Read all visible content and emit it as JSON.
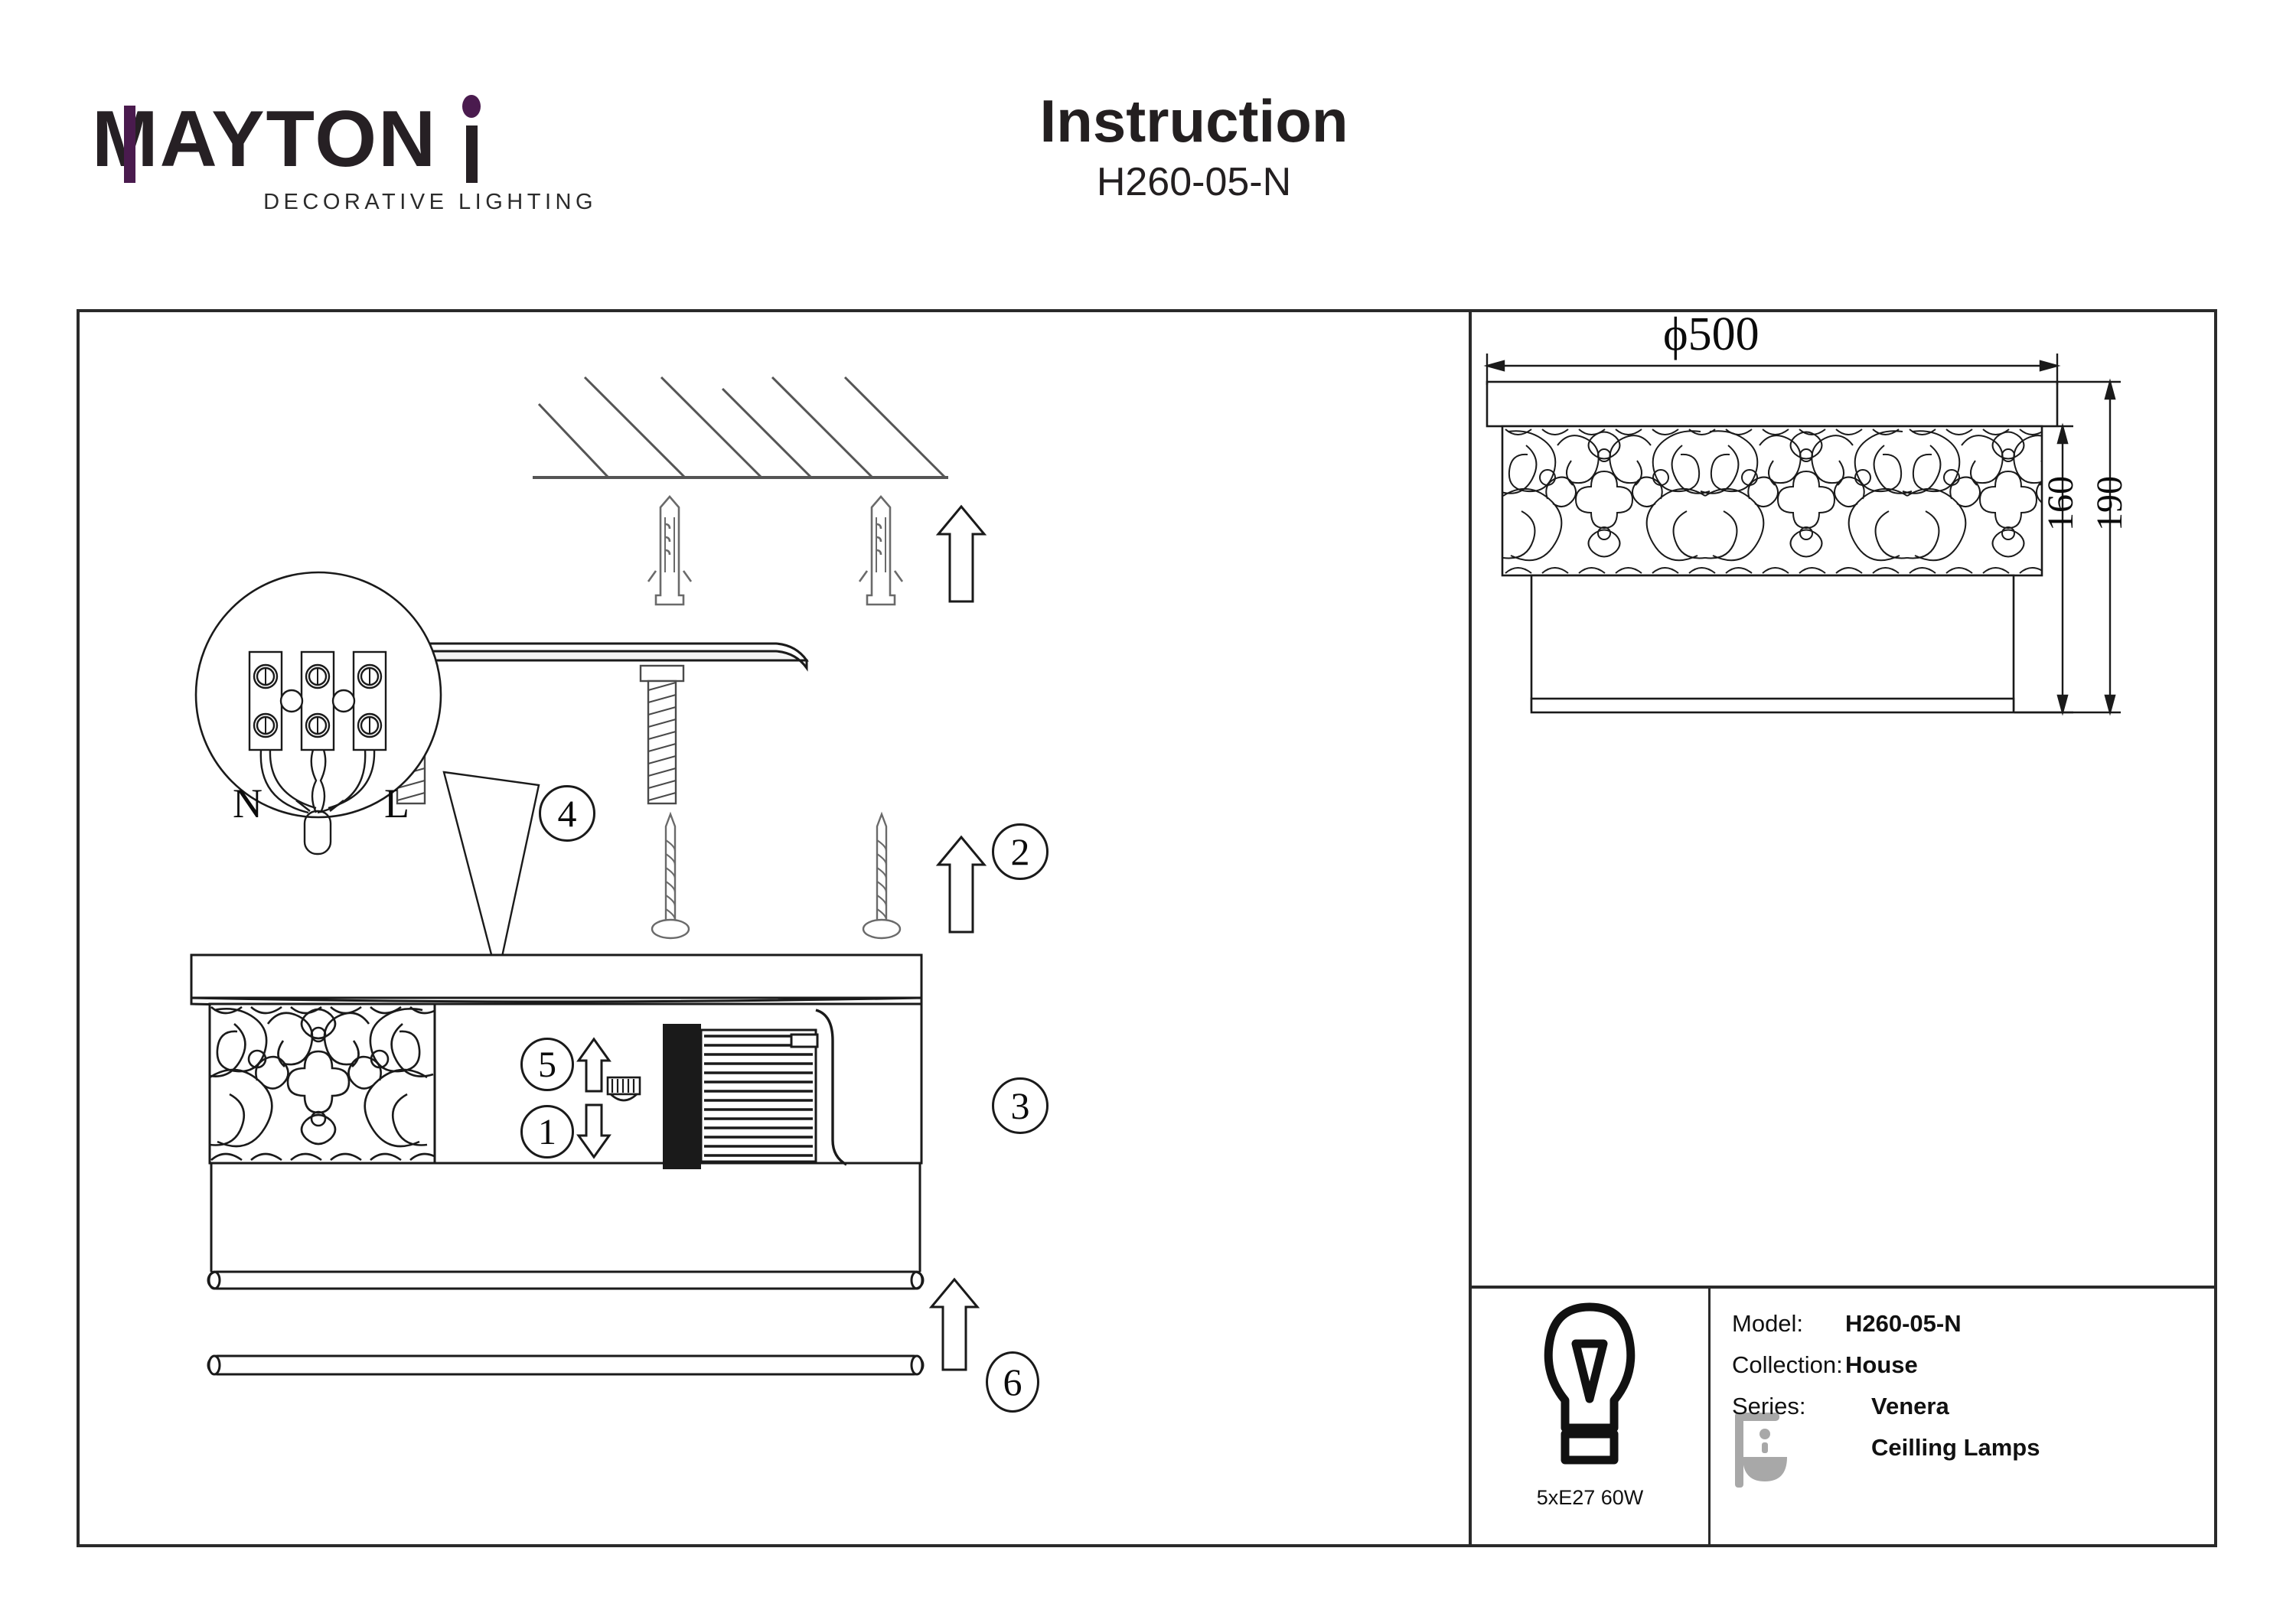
{
  "header": {
    "logo_text": "MAYTONI",
    "logo_letters_before_i": "MAYTON",
    "logo_tagline": "DECORATIVE LIGHTING",
    "title": "Instruction",
    "model_code": "H260-05-N",
    "brand_accent_color": "#4a1b4e",
    "ink_color": "#231f20"
  },
  "assembly": {
    "steps": [
      {
        "number": "1",
        "direction": "down",
        "caption_position": "main-view"
      },
      {
        "number": "2",
        "direction": "up",
        "caption_position": "wall-plugs"
      },
      {
        "number": "3",
        "direction": "up",
        "caption_position": "screws"
      },
      {
        "number": "4",
        "direction": "none",
        "caption_position": "wiring-detail"
      },
      {
        "number": "5",
        "direction": "up",
        "caption_position": "main-view"
      },
      {
        "number": "6",
        "direction": "up",
        "caption_position": "diffuser-rod"
      }
    ],
    "wiring_labels": {
      "neutral": "N",
      "live": "L"
    },
    "terminal_block_count": 3
  },
  "dimensions": {
    "diameter_label": "ϕ500",
    "height_inner_label": "160",
    "height_outer_label": "190",
    "diameter_value": 500,
    "height_inner_value": 160,
    "height_outer_value": 190
  },
  "info_panel": {
    "bulb_spec": "5xE27 60W",
    "rows": [
      {
        "key": "Model:",
        "value": "H260-05-N"
      },
      {
        "key": "Collection:",
        "value": "House"
      },
      {
        "key": "Series:",
        "value": "Venera"
      },
      {
        "key": "",
        "value": "Ceilling Lamps"
      }
    ],
    "category_icon_color": "#a8a8a8"
  }
}
